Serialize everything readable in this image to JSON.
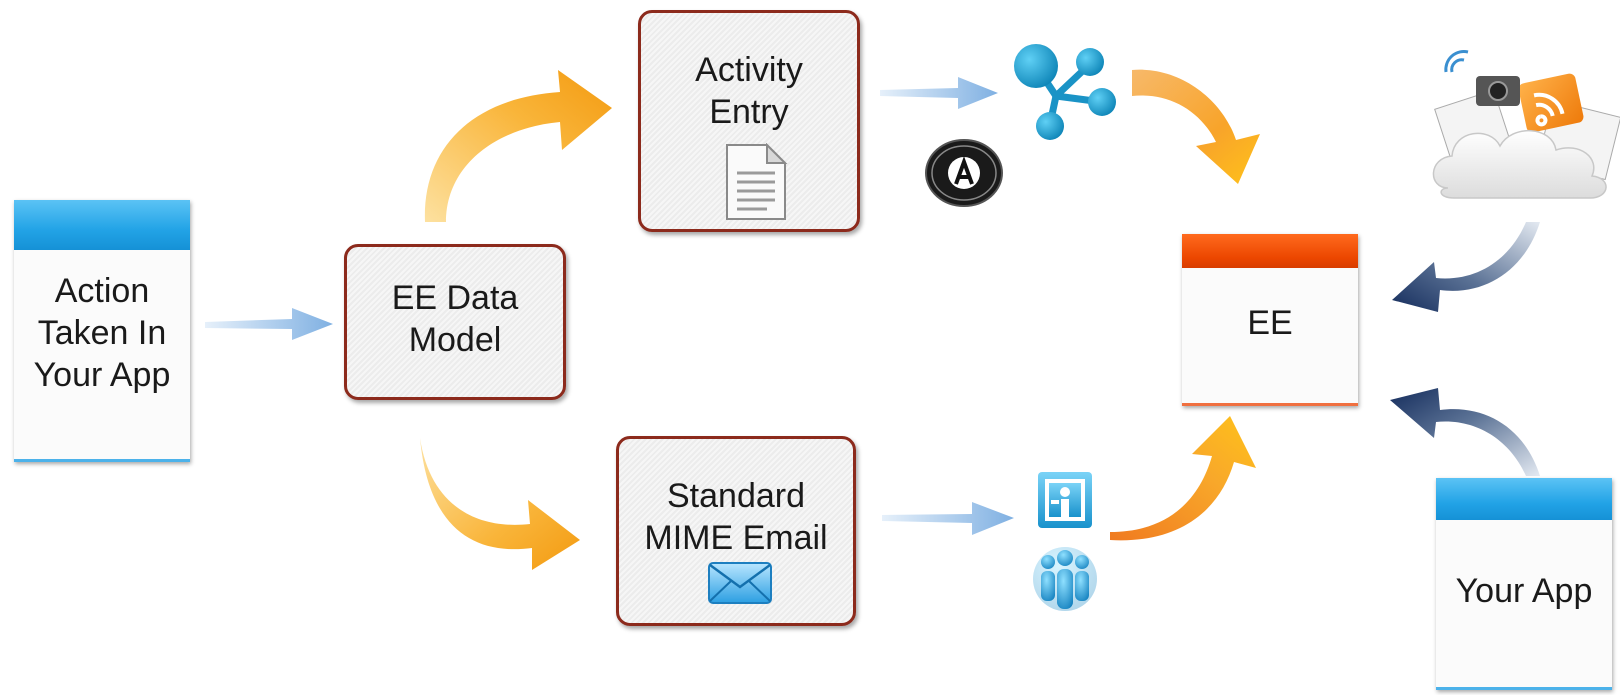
{
  "nodes": {
    "action_taken": {
      "lines": [
        "Action",
        "Taken In",
        "Your App"
      ]
    },
    "ee_data_model": {
      "lines": [
        "EE Data",
        "Model"
      ]
    },
    "activity_entry": {
      "lines": [
        "Activity",
        "Entry"
      ]
    },
    "standard_mime_email": {
      "lines": [
        "Standard",
        "MIME Email"
      ]
    },
    "ee": {
      "label": "EE"
    },
    "your_app": {
      "label": "Your App"
    }
  },
  "icons": {
    "activity_entry_doc": "document-icon",
    "email_envelope": "envelope-icon",
    "share_network": "share-network-icon",
    "activity_streams_badge": "activity-streams-badge-icon",
    "connections_profile": "profile-icon",
    "connections_people": "people-group-icon",
    "cloud_feeds": "cloud-feeds-icon"
  },
  "colors": {
    "blue_bar": "#22a3e6",
    "orange_bar": "#ec4700",
    "box_border": "#8c2a1c",
    "orange_arrow": "#f6a623",
    "navy_arrow": "#1b3566",
    "light_blue_arrow": "#8db8e4"
  }
}
